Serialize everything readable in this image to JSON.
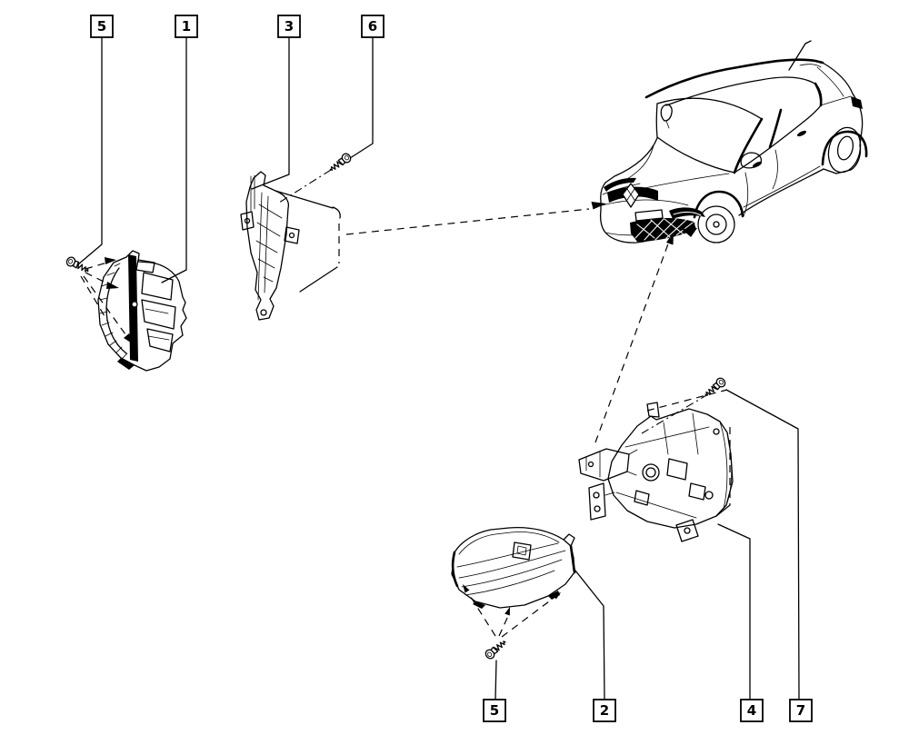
{
  "page": {
    "background": "#ffffff",
    "line_color": "#000000",
    "kind": "exploded parts diagram, front fog lamps and mounting brackets, hatchback vehicle"
  },
  "callouts": {
    "top": [
      {
        "number": "5"
      },
      {
        "number": "1"
      },
      {
        "number": "3"
      },
      {
        "number": "6"
      }
    ],
    "bottom": [
      {
        "number": "5"
      },
      {
        "number": "2"
      },
      {
        "number": "4"
      },
      {
        "number": "7"
      }
    ]
  }
}
